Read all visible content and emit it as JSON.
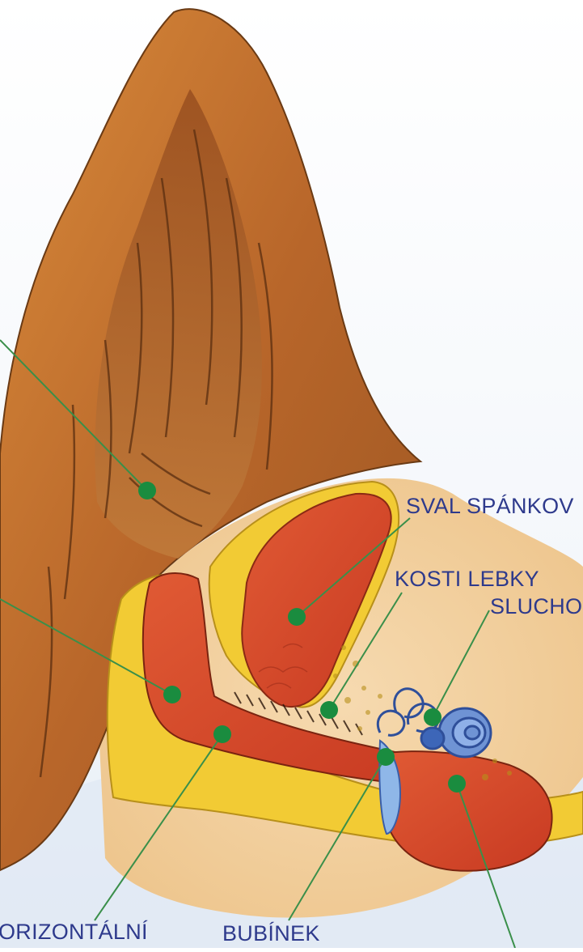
{
  "labels": {
    "temporal_muscle": "SVAL SPÁNKOV",
    "skull_bones": "KOSTI LEBKY",
    "auditory": "SLUCHO",
    "horizontal": "ORIZONTÁLNÍ",
    "eardrum": "BUBÍNEK"
  },
  "colors": {
    "label_text": "#2e3a8c",
    "leader_line": "#3a8f4a",
    "marker_dot": "#1a8c3f",
    "pinna_outer": "#c9772e",
    "pinna_inner": "#8a4a1c",
    "canal_red": "#d94a2a",
    "bone_yellow": "#f3cf3a",
    "skin_peach": "#f3d2a6",
    "cochlea_blue": "#5b7fc8"
  }
}
